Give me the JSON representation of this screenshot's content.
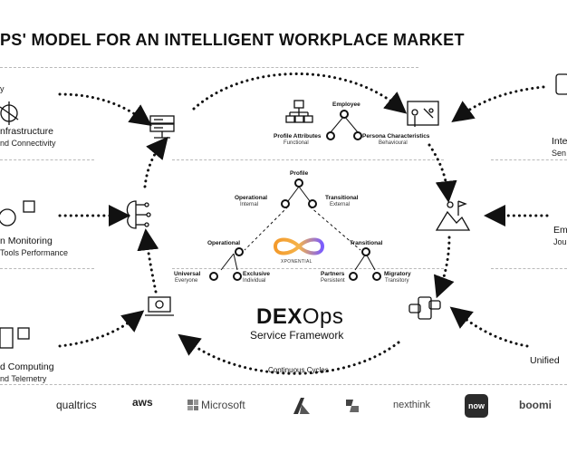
{
  "title": "PS' MODEL FOR AN INTELLIGENT WORKPLACE MARKET",
  "left": {
    "top_fragment": "y",
    "infra_label": "nfrastructure",
    "infra_sub": "nd Connectivity",
    "monitor_label": "n Monitoring",
    "monitor_sub": "Tools Performance",
    "computing_label": "d Computing",
    "computing_sub": "nd Telemetry"
  },
  "right": {
    "inte_label": "Inte",
    "inte_sub": "Sen",
    "em_label": "Em",
    "em_sub": "Jou",
    "unified_label": "Unified"
  },
  "persona": {
    "employee": "Employee",
    "profile_attributes": "Profile Attributes",
    "functional": "Functional",
    "persona_characteristics": "Persona Characteristics",
    "behavioural": "Behavioural",
    "profile": "Profile",
    "operational": "Operational",
    "internal": "Internal",
    "transitional": "Transitional",
    "external": "External",
    "operational_2": "Operational",
    "transitional_2": "Transitional",
    "universal": "Universal",
    "everyone": "Everyone",
    "exclusive": "Exclusive",
    "individual": "Individual",
    "partners": "Partners",
    "persistent": "Persistent",
    "migratory": "Migratory",
    "transitory": "Transitory",
    "xponential": "XPONENTIAL"
  },
  "framework": {
    "name_bold": "DEX",
    "name_rest": "Ops",
    "subtitle": "Service Framework",
    "cycles": "Continuous Cycles"
  },
  "logos": [
    "qualtrics",
    "aws",
    "Microsoft",
    "nexthink",
    "now",
    "boomi"
  ],
  "colors": {
    "accent_orange": "#f39a2b",
    "accent_purple": "#7a5cff",
    "line": "#111111"
  }
}
